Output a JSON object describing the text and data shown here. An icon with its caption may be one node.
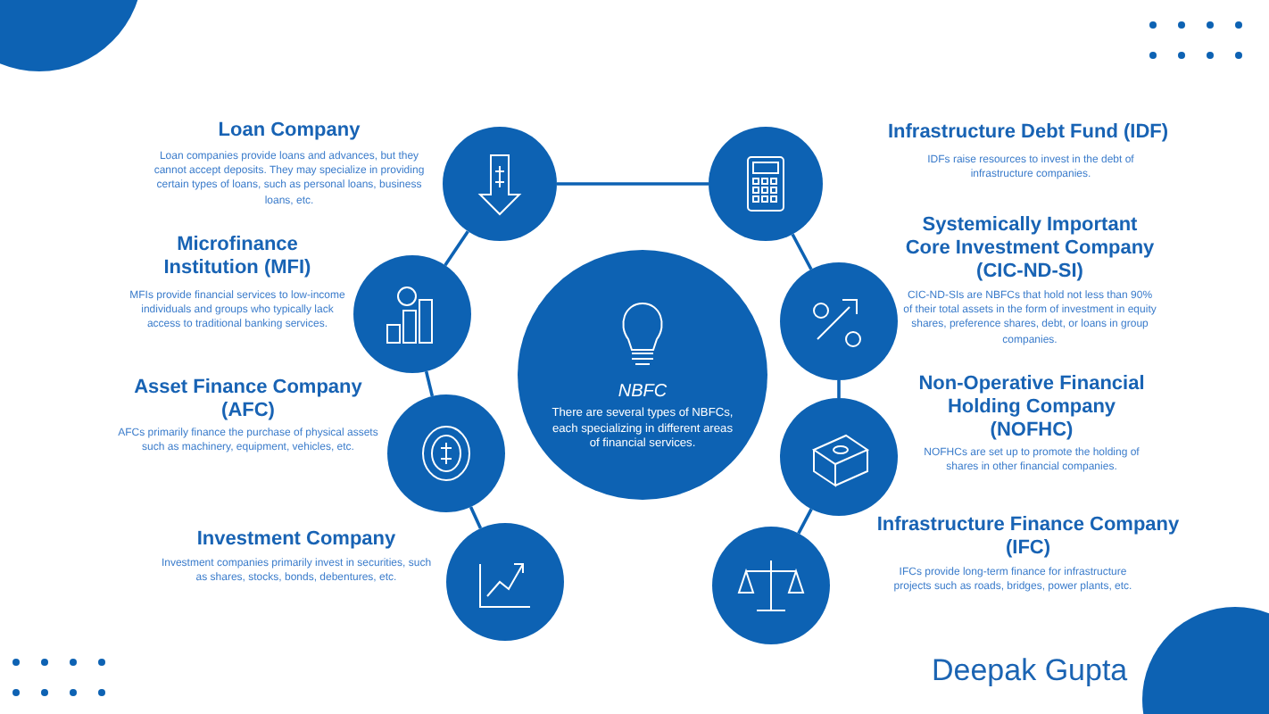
{
  "diagram": {
    "nodes": [
      {
        "text": [
          "NBFC",
          "There are several types of NBFCs, each specializing in different areas of financial services."
        ]
      },
      {
        "text": [],
        "shape": "circle",
        "beside": [
          "Loan Company",
          "Loan companies provide loans and advances, but they cannot accept deposits. They may specialize in providing certain types of loans, such as personal loans, business loans, etc."
        ]
      },
      {
        "text": [],
        "shape": "circle",
        "beside": [
          "Microfinance Institution (MFI)",
          "MFIs provide financial services to low-income individuals and groups who typically lack access to traditional banking services."
        ]
      },
      {
        "text": [],
        "shape": "circle",
        "beside": [
          "Asset Finance Company (AFC)",
          "AFCs primarily finance the purchase of physical assets such as machinery, equipment, vehicles, etc."
        ]
      },
      {
        "text": [],
        "shape": "circle",
        "beside": [
          "Investment Company",
          "Investment companies primarily invest in securities, such as shares, stocks, bonds, debentures, etc."
        ]
      },
      {
        "text": [],
        "shape": "circle",
        "beside": [
          "Infrastructure Debt Fund (IDF)",
          "IDFs raise resources to invest in the debt of infrastructure companies."
        ]
      },
      {
        "text": [],
        "shape": "circle",
        "beside": [
          "Systemically Important Core Investment Company (CIC-ND-SI)",
          "CIC-ND-SIs are NBFCs that hold not less than 90% of their total assets in the form of investment in equity shares, preference shares, debt, or loans in group companies."
        ]
      },
      {
        "text": [],
        "shape": "circle",
        "beside": [
          "Non-Operative Financial Holding Company (NOFHC)",
          "NOFHCs are set up to promote the holding of shares in other financial companies."
        ]
      },
      {
        "text": [],
        "shape": "circle",
        "beside": [
          "Infrastructure Finance Company (IFC)",
          "IFCs provide long-term finance for infrastructure projects such as roads, bridges, power plants, etc."
        ]
      }
    ],
    "edges": [
      {
        "from": 1,
        "to": 2,
        "arrow": "none"
      },
      {
        "from": 2,
        "to": 3,
        "arrow": "none"
      },
      {
        "from": 3,
        "to": 4,
        "arrow": "none"
      },
      {
        "from": 1,
        "to": 5,
        "arrow": "none"
      },
      {
        "from": 5,
        "to": 6,
        "arrow": "none"
      },
      {
        "from": 6,
        "to": 7,
        "arrow": "none"
      },
      {
        "from": 7,
        "to": 8,
        "arrow": "none"
      }
    ],
    "labels": [
      "Deepak Gupta"
    ]
  }
}
